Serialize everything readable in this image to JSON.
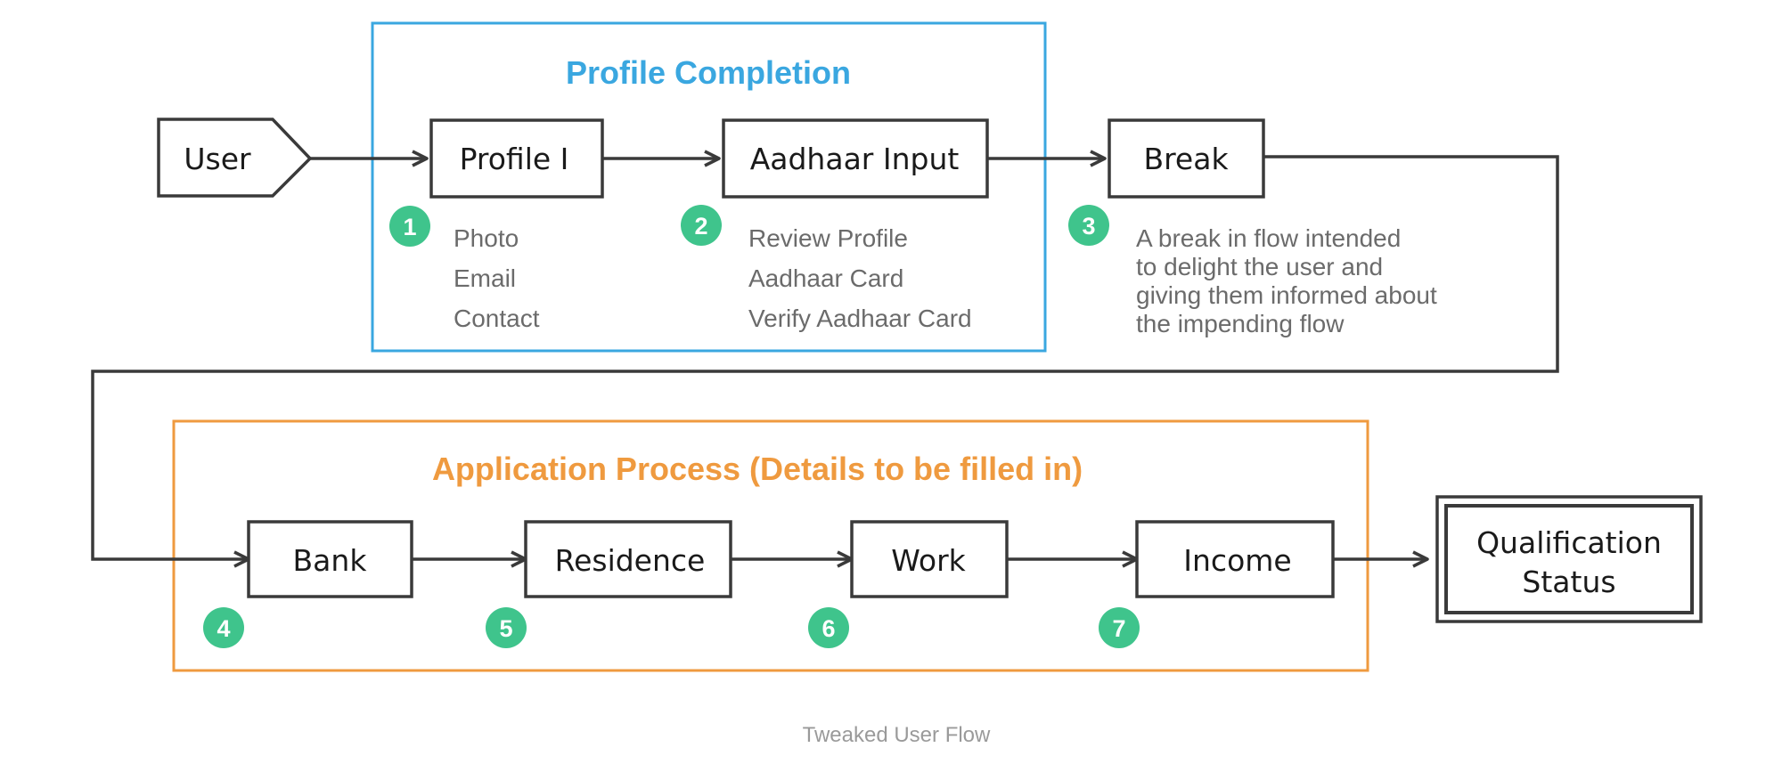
{
  "colors": {
    "profile_group": "#3aa7e0",
    "application_group": "#ef9a3f",
    "badge": "#3fc48c",
    "stroke": "#3a3a3a",
    "detail_text": "#6b6b6b"
  },
  "groups": {
    "profile": {
      "title": "Profile Completion"
    },
    "application": {
      "title": "Application Process (Details to be filled in)"
    }
  },
  "nodes": {
    "user": "User",
    "profile": "Profile I",
    "aadhaar": "Aadhaar Input",
    "break": "Break",
    "bank": "Bank",
    "residence": "Residence",
    "work": "Work",
    "income": "Income",
    "qualification": [
      "Qualification",
      "Status"
    ]
  },
  "badges": [
    "1",
    "2",
    "3",
    "4",
    "5",
    "6",
    "7"
  ],
  "details": {
    "profile": [
      "Photo",
      "Email",
      "Contact"
    ],
    "aadhaar": [
      "Review Profile",
      "Aadhaar Card",
      "Verify Aadhaar Card"
    ],
    "break": [
      "A break in flow intended",
      "to delight the user and",
      "giving them informed about",
      "the impending flow"
    ]
  },
  "caption": "Tweaked User Flow"
}
